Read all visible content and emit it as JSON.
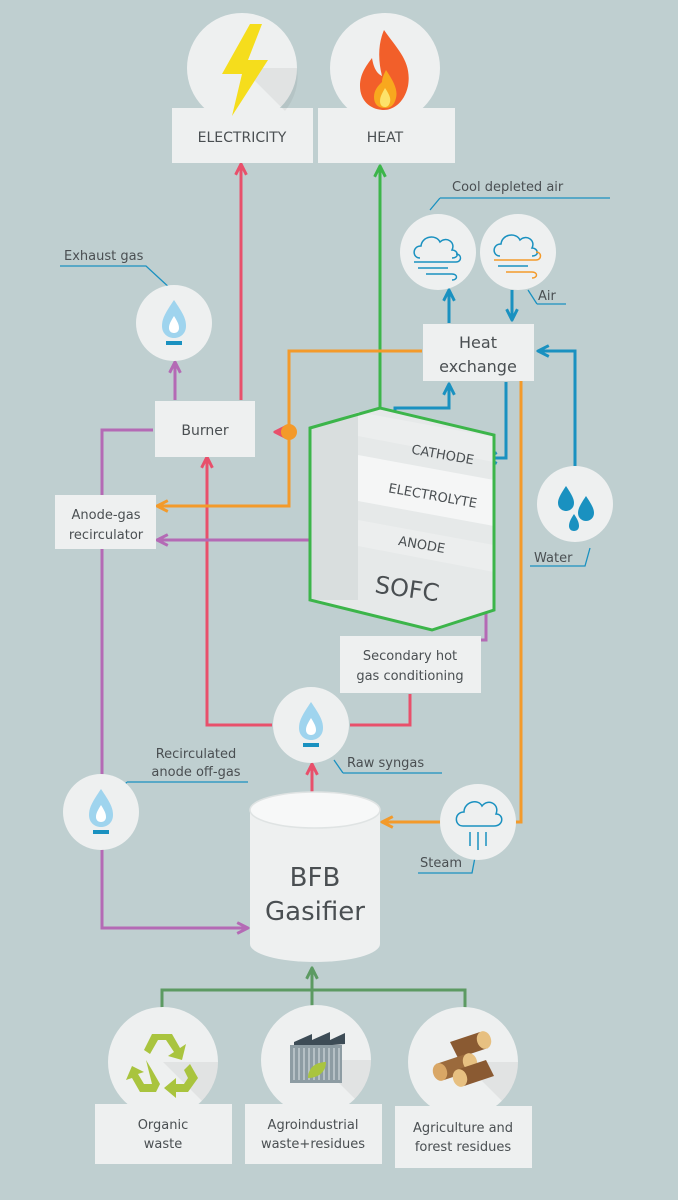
{
  "outputs": {
    "electricity": "ELECTRICITY",
    "heat": "HEAT"
  },
  "labels": {
    "exhaust_gas": "Exhaust gas",
    "cool_depleted_air": "Cool depleted air",
    "air": "Air",
    "water": "Water",
    "raw_syngas": "Raw syngas",
    "recirculated_l1": "Recirculated",
    "recirculated_l2": "anode off-gas",
    "steam": "Steam"
  },
  "boxes": {
    "burner": "Burner",
    "heat_exchange_l1": "Heat",
    "heat_exchange_l2": "exchange",
    "anode_gas_l1": "Anode-gas",
    "anode_gas_l2": "recirculator",
    "secondary_l1": "Secondary hot",
    "secondary_l2": "gas conditioning"
  },
  "sofc": {
    "cathode": "CATHODE",
    "electrolyte": "ELECTROLYTE",
    "anode": "ANODE",
    "name": "SOFC"
  },
  "gasifier": {
    "l1": "BFB",
    "l2": "Gasifier"
  },
  "feedstocks": {
    "organic_l1": "Organic",
    "organic_l2": "waste",
    "agro_l1": "Agroindustrial",
    "agro_l2": "waste+residues",
    "forest_l1": "Agriculture and",
    "forest_l2": "forest residues"
  },
  "colors": {
    "background": "#bfcfd0",
    "red": "#e8506b",
    "green": "#3cb54a",
    "orange": "#f39a2a",
    "purple": "#b46ab5",
    "blue": "#1a91c0",
    "dark_green": "#5c9a62",
    "box": "#eef0f0",
    "text": "#4a4f52",
    "bolt": "#f5dd1c",
    "flame": "#f25f2a",
    "drop": "#9fd4ee",
    "recycle": "#a9c43e"
  },
  "icons": [
    "lightning-bolt-icon",
    "flame-icon",
    "gas-flame-icon",
    "wind-cloud-icon",
    "water-drops-icon",
    "steam-cloud-icon",
    "recycle-icon",
    "factory-leaf-icon",
    "logs-icon"
  ]
}
